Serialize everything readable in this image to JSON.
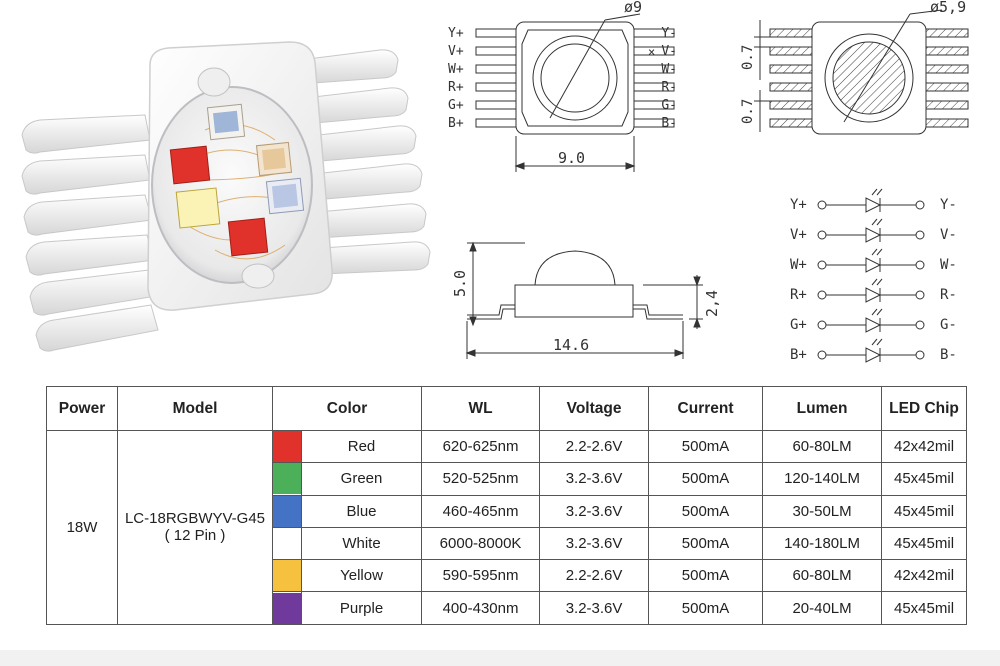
{
  "colors": {
    "red": "#e0322a",
    "green": "#4caf5a",
    "blue": "#4472c4",
    "white": "#ffffff",
    "yellow": "#f7c140",
    "purple": "#6f3a9b"
  },
  "top_view": {
    "diameter_label": "ø9",
    "width_label": "9.0",
    "left_pins": [
      "Y+",
      "V+",
      "W+",
      "R+",
      "G+",
      "B+"
    ],
    "right_pins": [
      "Y-",
      "V-",
      "W-",
      "R-",
      "G-",
      "B-"
    ],
    "nc_marker": "×"
  },
  "lens_view": {
    "diameter_label": "ø5,9",
    "pin_width_label": "0.7",
    "pin_pitch_label": "0.7"
  },
  "side_view": {
    "height_label": "5.0",
    "body_label": "2,4",
    "length_label": "14.6"
  },
  "circuit": {
    "rows": [
      {
        "plus": "Y+",
        "minus": "Y-"
      },
      {
        "plus": "V+",
        "minus": "V-"
      },
      {
        "plus": "W+",
        "minus": "W-"
      },
      {
        "plus": "R+",
        "minus": "R-"
      },
      {
        "plus": "G+",
        "minus": "G-"
      },
      {
        "plus": "B+",
        "minus": "B-"
      }
    ]
  },
  "table": {
    "headers": [
      "Power",
      "Model",
      "Color",
      "WL",
      "Voltage",
      "Current",
      "Lumen",
      "LED Chip"
    ],
    "power": "18W",
    "model_line1": "LC-18RGBWYV-G45",
    "model_line2": "( 12 Pin )",
    "rows": [
      {
        "color": "Red",
        "wl": "620-625nm",
        "voltage": "2.2-2.6V",
        "current": "500mA",
        "lumen": "60-80LM",
        "chip": "42x42mil"
      },
      {
        "color": "Green",
        "wl": "520-525nm",
        "voltage": "3.2-3.6V",
        "current": "500mA",
        "lumen": "120-140LM",
        "chip": "45x45mil"
      },
      {
        "color": "Blue",
        "wl": "460-465nm",
        "voltage": "3.2-3.6V",
        "current": "500mA",
        "lumen": "30-50LM",
        "chip": "45x45mil"
      },
      {
        "color": "White",
        "wl": "6000-8000K",
        "voltage": "3.2-3.6V",
        "current": "500mA",
        "lumen": "140-180LM",
        "chip": "45x45mil"
      },
      {
        "color": "Yellow",
        "wl": "590-595nm",
        "voltage": "2.2-2.6V",
        "current": "500mA",
        "lumen": "60-80LM",
        "chip": "42x42mil"
      },
      {
        "color": "Purple",
        "wl": "400-430nm",
        "voltage": "3.2-3.6V",
        "current": "500mA",
        "lumen": "20-40LM",
        "chip": "45x45mil"
      }
    ]
  }
}
